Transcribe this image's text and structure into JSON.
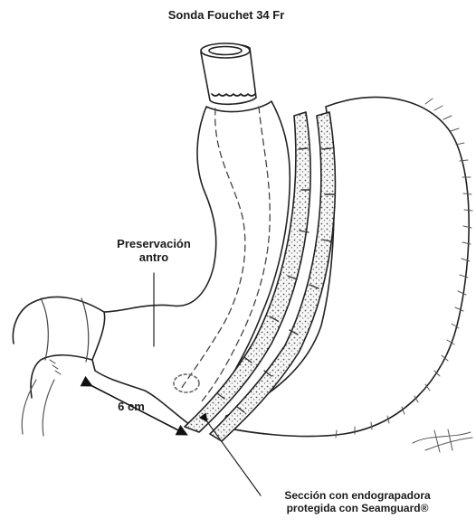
{
  "labels": {
    "tube": "Sonda Fouchet 34 Fr",
    "antrum_line1": "Preservación",
    "antrum_line2": "antro",
    "distance": "6 cm",
    "staple_line1": "Sección con endograpadora",
    "staple_line2": "protegida con Seamguard®"
  }
}
